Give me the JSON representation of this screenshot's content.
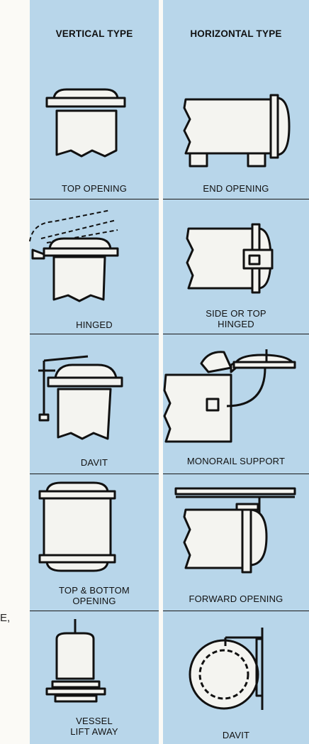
{
  "headers": {
    "vertical": "VERTICAL TYPE",
    "horizontal": "HORIZONTAL TYPE"
  },
  "vertical": [
    {
      "label": "TOP OPENING"
    },
    {
      "label": "HINGED"
    },
    {
      "label": "DAVIT"
    },
    {
      "label_line1": "TOP & BOTTOM",
      "label_line2": "OPENING"
    },
    {
      "label_line1": "VESSEL",
      "label_line2": "LIFT AWAY"
    }
  ],
  "horizontal": [
    {
      "label": "END OPENING"
    },
    {
      "label_line1": "SIDE OR TOP",
      "label_line2": "HINGED"
    },
    {
      "label": "MONORAIL SUPPORT"
    },
    {
      "label": "FORWARD OPENING"
    },
    {
      "label": "DAVIT"
    }
  ],
  "edge_text": "E,",
  "colors": {
    "panel": "#b8d6ea",
    "ink": "#111111",
    "background": "#fbfaf6"
  }
}
